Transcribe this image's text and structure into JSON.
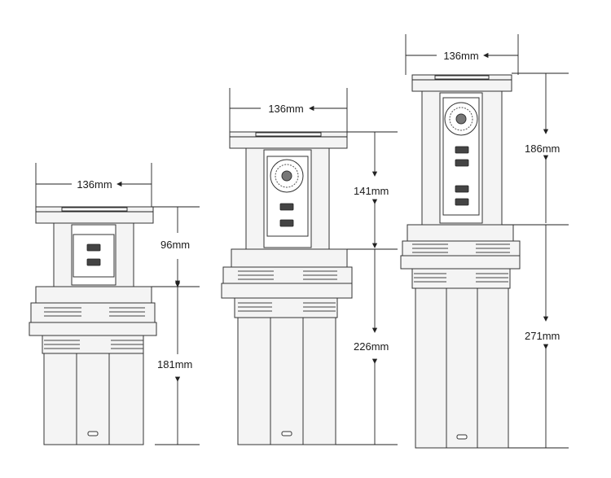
{
  "colors": {
    "line": "#333333",
    "fill": "#f4f4f4",
    "accent": "#444444"
  },
  "units": [
    {
      "width_label": "136mm",
      "top_label": "96mm",
      "bottom_label": "181mm"
    },
    {
      "width_label": "136mm",
      "top_label": "141mm",
      "bottom_label": "226mm"
    },
    {
      "width_label": "136mm",
      "top_label": "186mm",
      "bottom_label": "271mm"
    }
  ]
}
